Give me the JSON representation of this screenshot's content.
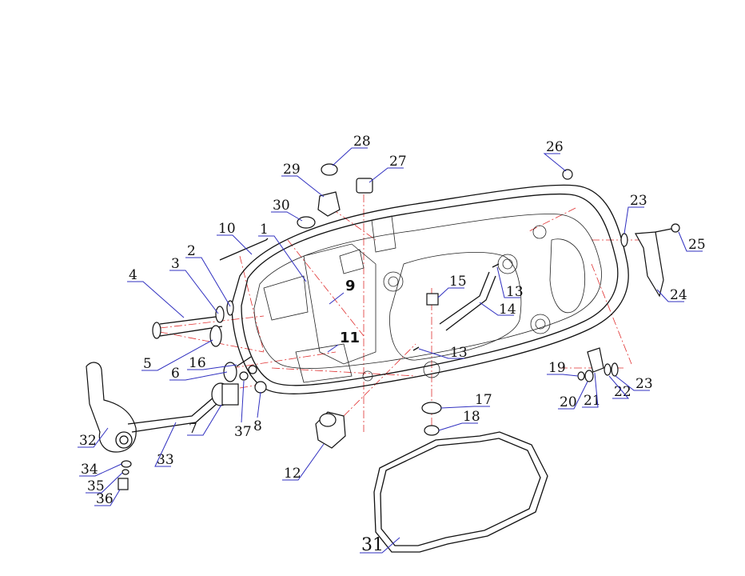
{
  "diagram": {
    "callouts": [
      "1",
      "2",
      "3",
      "4",
      "5",
      "6",
      "7",
      "8",
      "9",
      "10",
      "11",
      "12",
      "13",
      "13",
      "14",
      "15",
      "16",
      "17",
      "18",
      "19",
      "20",
      "21",
      "22",
      "23",
      "23",
      "24",
      "25",
      "26",
      "27",
      "28",
      "29",
      "30",
      "31",
      "32",
      "33",
      "34",
      "35",
      "36",
      "37"
    ]
  }
}
